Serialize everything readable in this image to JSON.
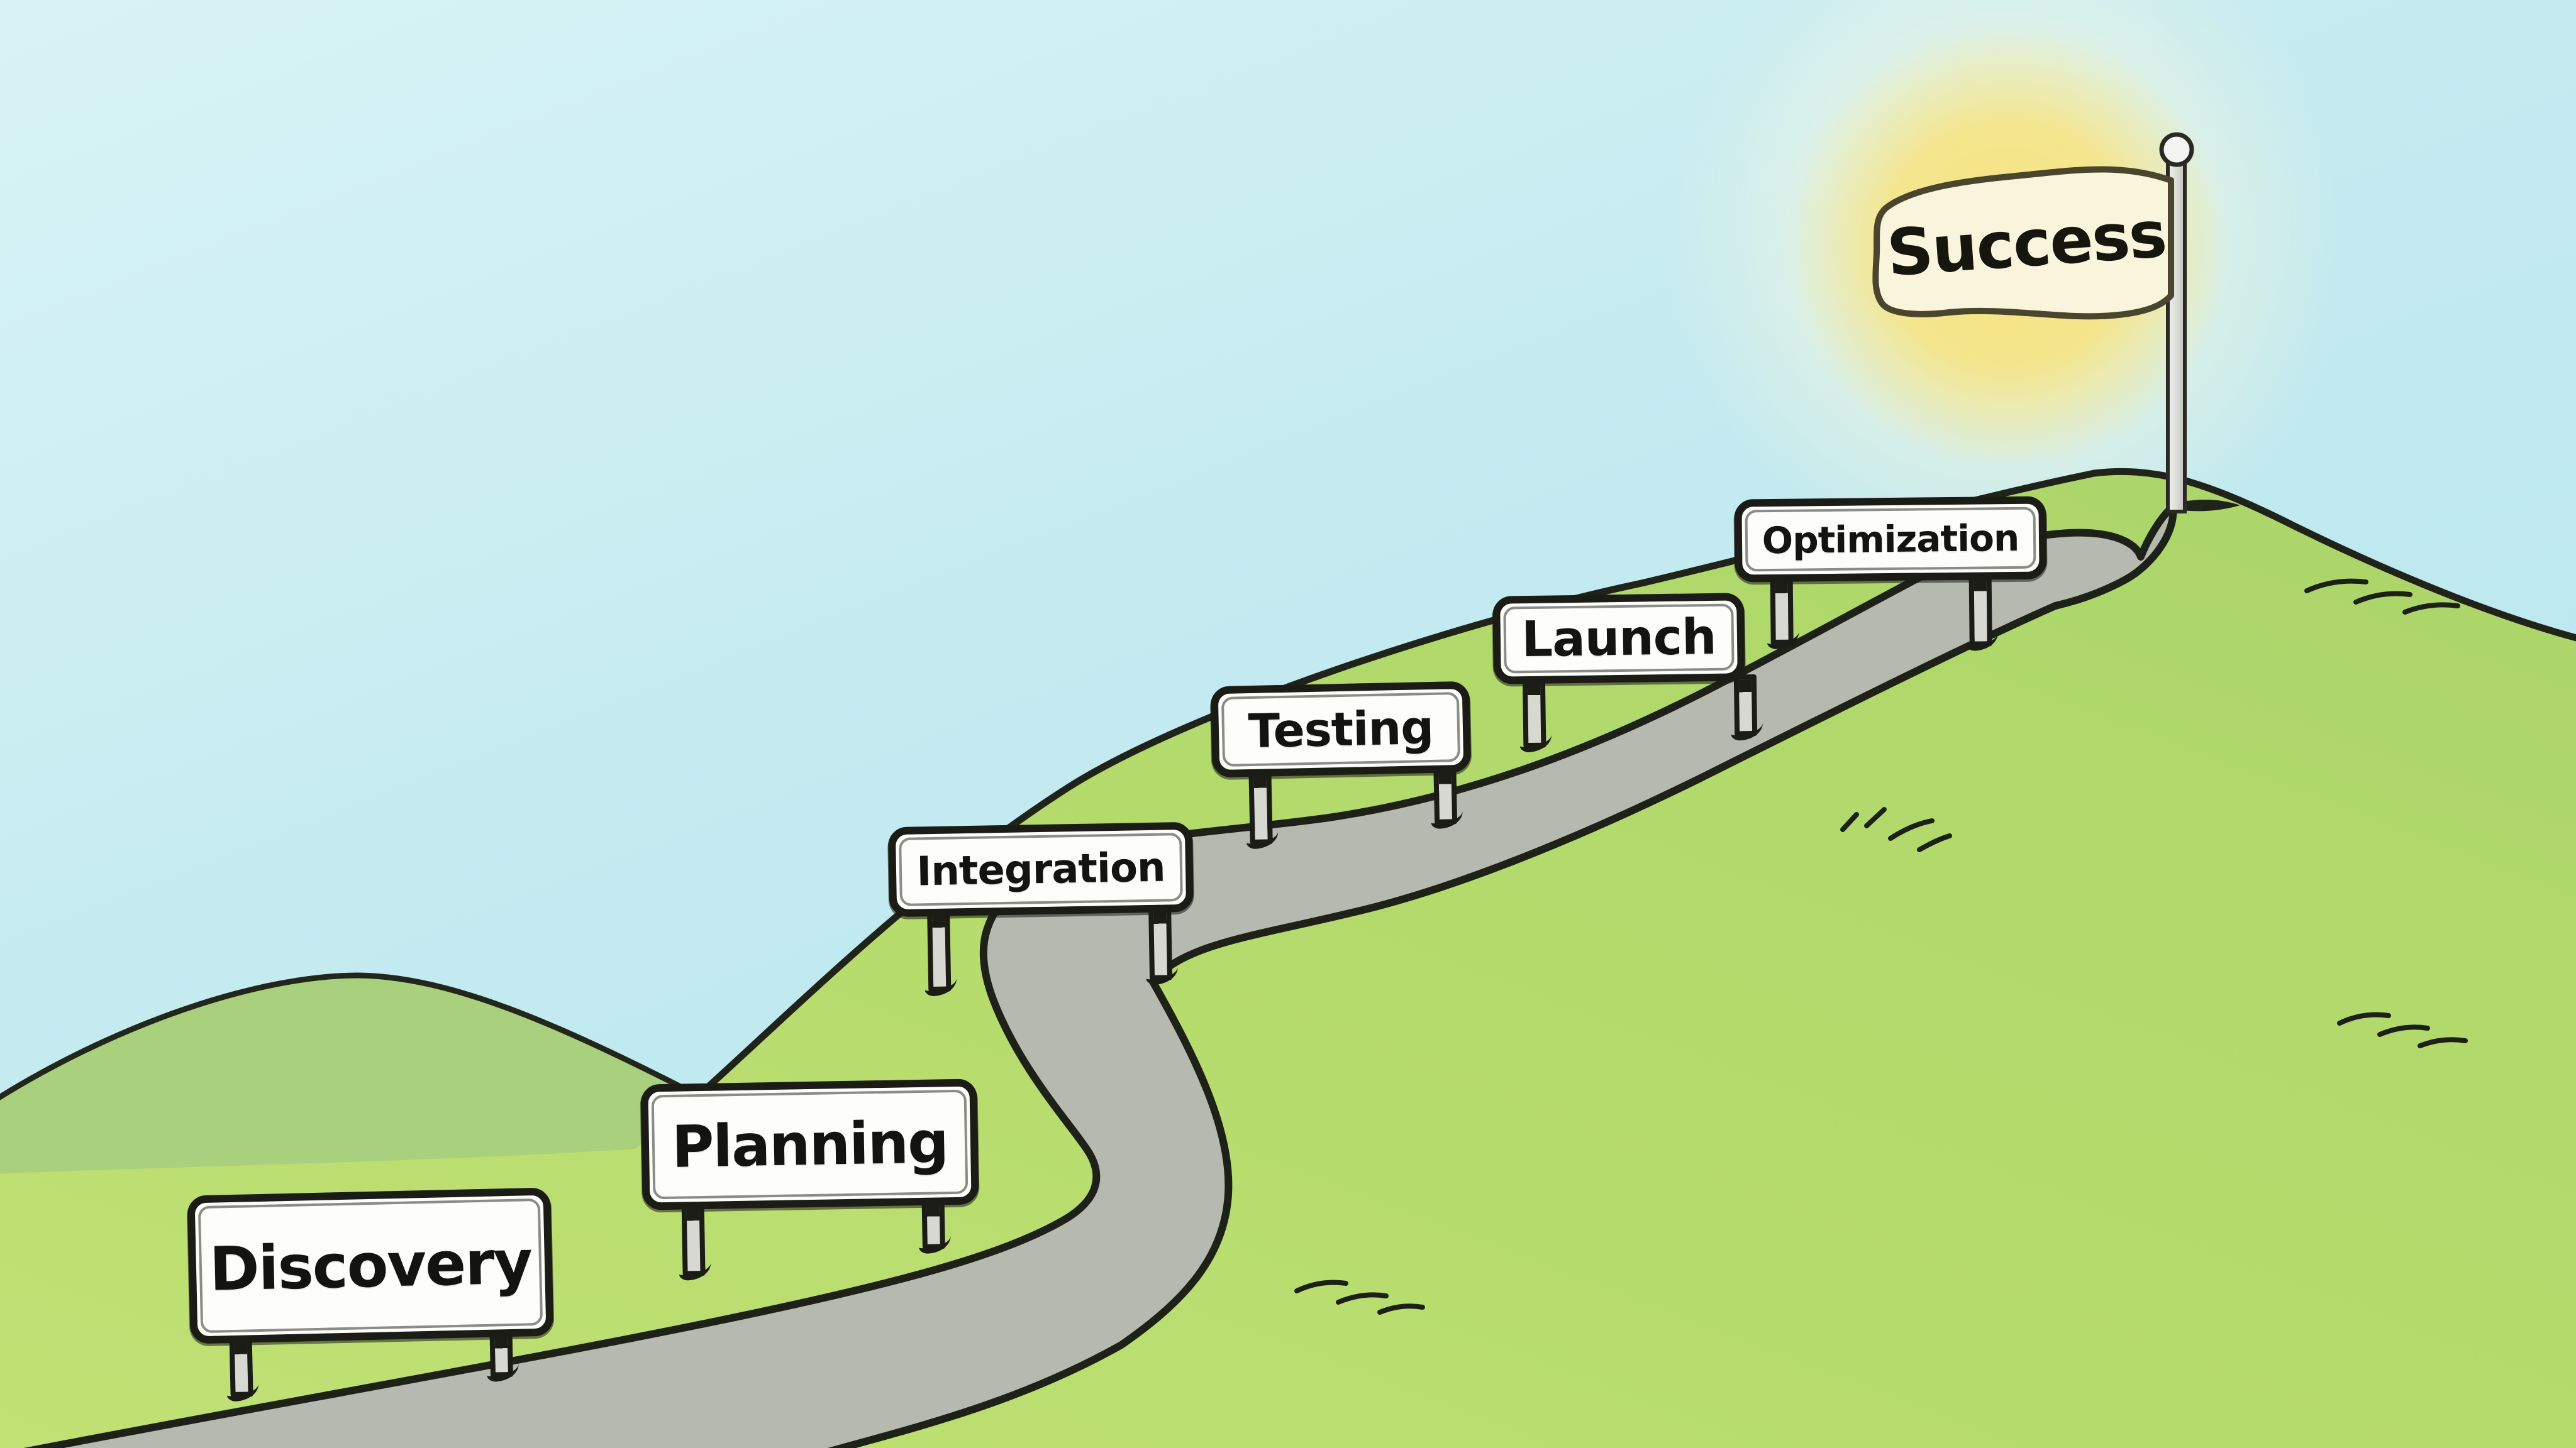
{
  "illustration": {
    "flag": {
      "label": "Success"
    },
    "milestones": [
      {
        "label": "Discovery"
      },
      {
        "label": "Planning"
      },
      {
        "label": "Integration"
      },
      {
        "label": "Testing"
      },
      {
        "label": "Launch"
      },
      {
        "label": "Optimization"
      }
    ],
    "colors": {
      "sky": "#c7ecf2",
      "grass_main": "#b7dc6e",
      "grass_back": "#a8d07d",
      "road": "#b6b9b0",
      "outline": "#1e2118",
      "sun_glow": "#f7e37c",
      "sign_background": "#fdfdfa",
      "flag_background": "#f9f4dc",
      "flag_border": "#4a452d"
    }
  }
}
